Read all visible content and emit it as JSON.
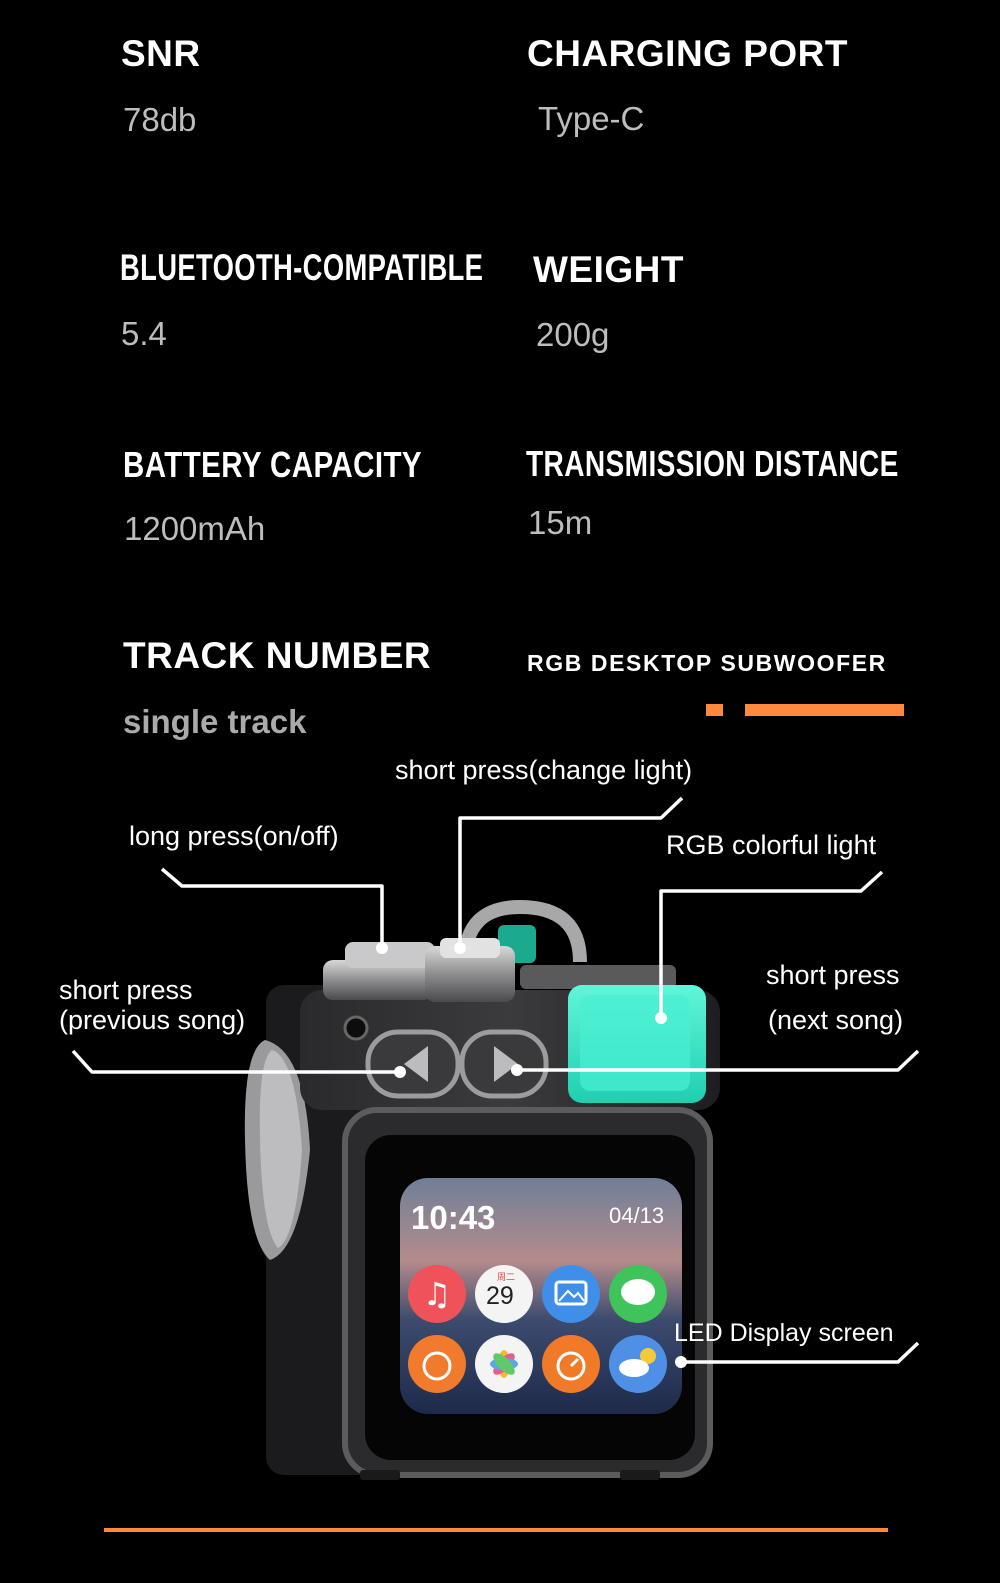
{
  "specs": [
    {
      "label": "SNR",
      "value": "78db"
    },
    {
      "label": "CHARGING PORT",
      "value": "Type-C"
    },
    {
      "label": "BLUETOOTH-COMPATIBLE",
      "value": "5.4"
    },
    {
      "label": "WEIGHT",
      "value": "200g"
    },
    {
      "label": "BATTERY CAPACITY",
      "value": "1200mAh"
    },
    {
      "label": "TRANSMISSION DISTANCE",
      "value": "15m"
    },
    {
      "label": "TRACK NUMBER",
      "value": "single track"
    }
  ],
  "product_tag": "RGB DESKTOP SUBWOOFER",
  "callouts": {
    "change_light": "short press(change light)",
    "on_off": "long press(on/off)",
    "rgb_light": "RGB colorful light",
    "prev_line1": "short press",
    "prev_line2": "(previous song)",
    "next_line1": "short press",
    "next_line2": "(next song)",
    "led_screen": "LED Display screen"
  },
  "screen": {
    "time": "10:43",
    "date": "04/13",
    "calendar_day": "29",
    "calendar_weekday": "周二"
  },
  "colors": {
    "accent": "#ff8a3d",
    "rgb_light": "#35e8c8",
    "value_text": "#bdbdbd"
  }
}
